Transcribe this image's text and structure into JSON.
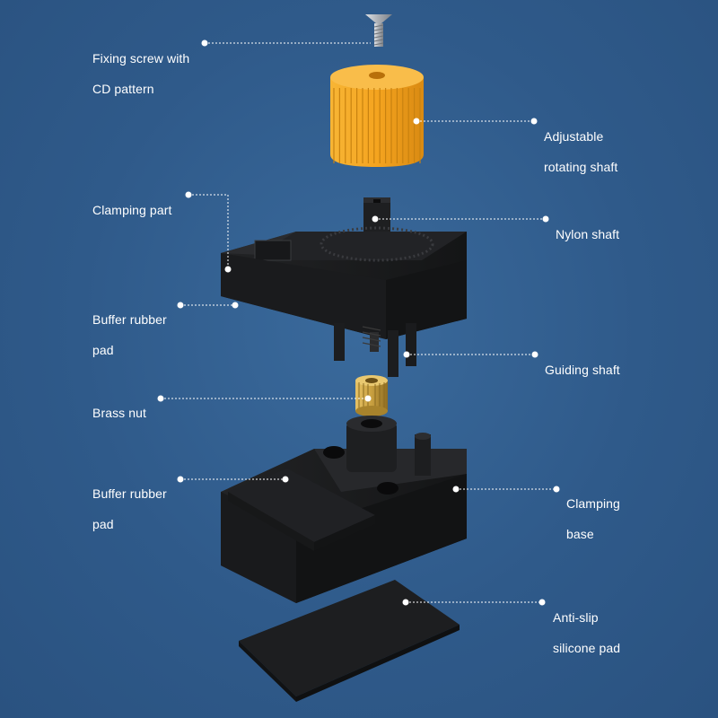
{
  "labels": {
    "fixing_screw": [
      "Fixing screw with",
      "CD pattern"
    ],
    "adjustable_shaft": [
      "Adjustable",
      "rotating shaft"
    ],
    "clamping_part": [
      "Clamping part"
    ],
    "nylon_shaft": [
      "Nylon shaft"
    ],
    "buffer_pad_top": [
      "Buffer rubber",
      "pad"
    ],
    "guiding_shaft": [
      "Guiding shaft"
    ],
    "brass_nut": [
      "Brass nut"
    ],
    "buffer_pad_bottom": [
      "Buffer rubber",
      "pad"
    ],
    "clamping_base": [
      "Clamping",
      "base"
    ],
    "anti_slip_pad": [
      "Anti-slip",
      "silicone pad"
    ]
  },
  "colors": {
    "background": "#2f5a8a",
    "part_black": "#1b1c1e",
    "gear_orange": "#f5a623",
    "brass": "#c9a040",
    "screw_silver": "#b8bcc2"
  }
}
